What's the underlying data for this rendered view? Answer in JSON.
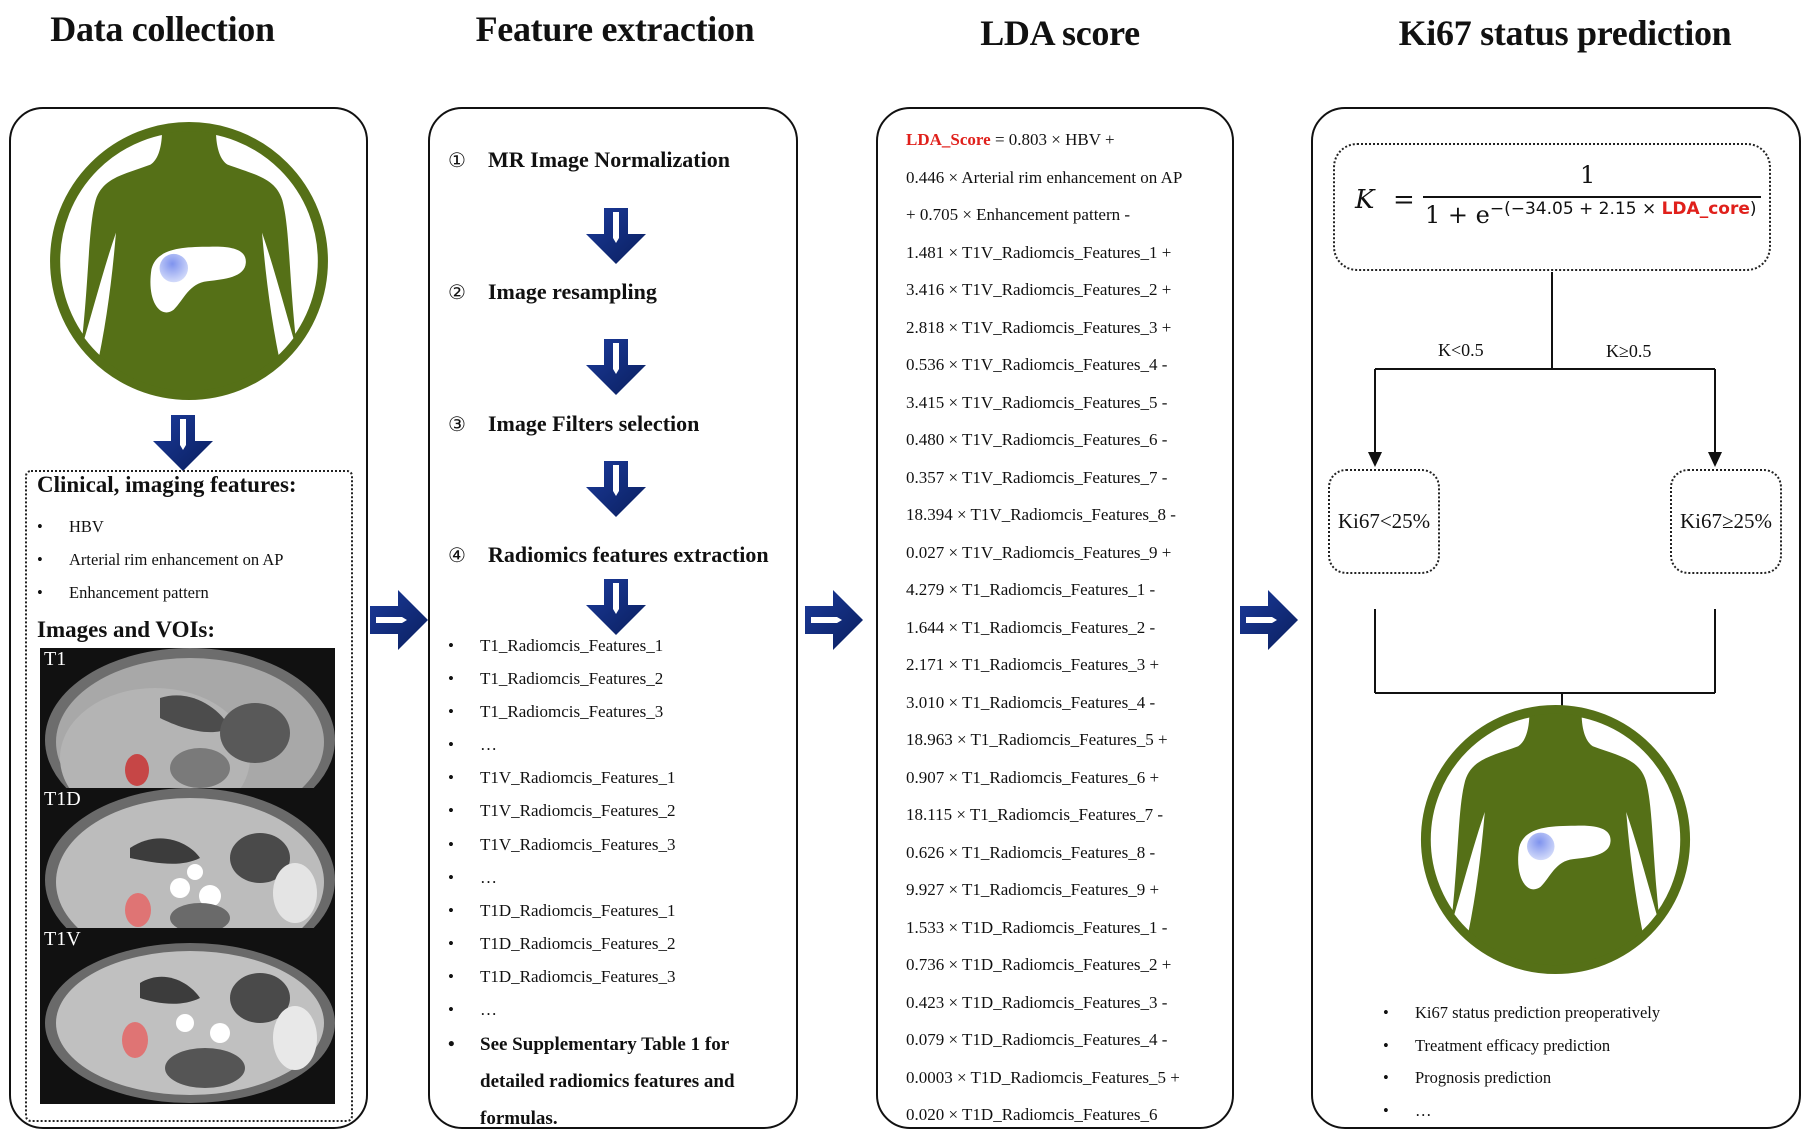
{
  "titles": {
    "data_collection": "Data collection",
    "feature_extraction": "Feature extraction",
    "lda_score": "LDA score",
    "ki67_prediction": "Ki67 status prediction"
  },
  "colors": {
    "body_icon_green": "#557017",
    "arrow_navy": "#0d2a78",
    "lda_red": "#e0201b",
    "liver_lesion_blue": "#8fa2ef",
    "voi_red": "#d93a3a"
  },
  "data_collection": {
    "clinical_heading": "Clinical, imaging features:",
    "clinical_items": [
      "HBV",
      "Arterial rim enhancement on AP",
      "Enhancement pattern"
    ],
    "images_heading": "Images and VOIs:",
    "image_labels": [
      "T1",
      "T1D",
      "T1V"
    ]
  },
  "feature_extraction": {
    "steps": [
      {
        "num": "①",
        "label": "MR Image Normalization"
      },
      {
        "num": "②",
        "label": "Image resampling"
      },
      {
        "num": "③",
        "label": "Image Filters selection"
      },
      {
        "num": "④",
        "label": "Radiomics features extraction"
      }
    ],
    "features": [
      "T1_Radiomcis_Features_1",
      "T1_Radiomcis_Features_2",
      "T1_Radiomcis_Features_3",
      "…",
      "T1V_Radiomcis_Features_1",
      "T1V_Radiomcis_Features_2",
      "T1V_Radiomcis_Features_3",
      "…",
      "T1D_Radiomcis_Features_1",
      "T1D_Radiomcis_Features_2",
      "T1D_Radiomcis_Features_3",
      "…"
    ],
    "note": "See Supplementary Table 1 for detailed radiomics features and formulas."
  },
  "lda": {
    "label": "LDA_Score",
    "first_line_rest": " = 0.803 × HBV +",
    "lines": [
      "0.446 × Arterial rim enhancement on AP",
      "+ 0.705 × Enhancement pattern -",
      "1.481 × T1V_Radiomcis_Features_1 +",
      "3.416 × T1V_Radiomcis_Features_2 +",
      "2.818 × T1V_Radiomcis_Features_3 +",
      "0.536 × T1V_Radiomcis_Features_4 -",
      "3.415 × T1V_Radiomcis_Features_5 -",
      "0.480 × T1V_Radiomcis_Features_6 -",
      "0.357 × T1V_Radiomcis_Features_7 -",
      "18.394 × T1V_Radiomcis_Features_8 -",
      "0.027 × T1V_Radiomcis_Features_9 +",
      "4.279 × T1_Radiomcis_Features_1 -",
      "1.644 × T1_Radiomcis_Features_2 -",
      "2.171 × T1_Radiomcis_Features_3 +",
      "3.010 × T1_Radiomcis_Features_4 -",
      "18.963 × T1_Radiomcis_Features_5 +",
      "0.907 × T1_Radiomcis_Features_6 +",
      "18.115 × T1_Radiomcis_Features_7 -",
      "0.626 × T1_Radiomcis_Features_8 -",
      "9.927 × T1_Radiomcis_Features_9 +",
      "1.533 × T1D_Radiomcis_Features_1 -",
      "0.736 × T1D_Radiomcis_Features_2 +",
      "0.423 × T1D_Radiomcis_Features_3 -",
      "0.079 × T1D_Radiomcis_Features_4 -",
      "0.0003 × T1D_Radiomcis_Features_5 +",
      "0.020 × T1D_Radiomcis_Features_6"
    ]
  },
  "prediction": {
    "formula": {
      "lhs": "K",
      "eq": "=",
      "numerator": "1",
      "denominator_base": "1 + e",
      "exponent_prefix": "−(−34.05 + 2.15 × ",
      "exponent_var": "LDA_core",
      "exponent_suffix": ")"
    },
    "branch_left_label": "K<0.5",
    "branch_right_label": "K≥0.5",
    "outcome_left": "Ki67<25%",
    "outcome_right": "Ki67≥25%",
    "applications": [
      "Ki67 status prediction preoperatively",
      "Treatment efficacy prediction",
      "Prognosis prediction",
      "…"
    ]
  }
}
